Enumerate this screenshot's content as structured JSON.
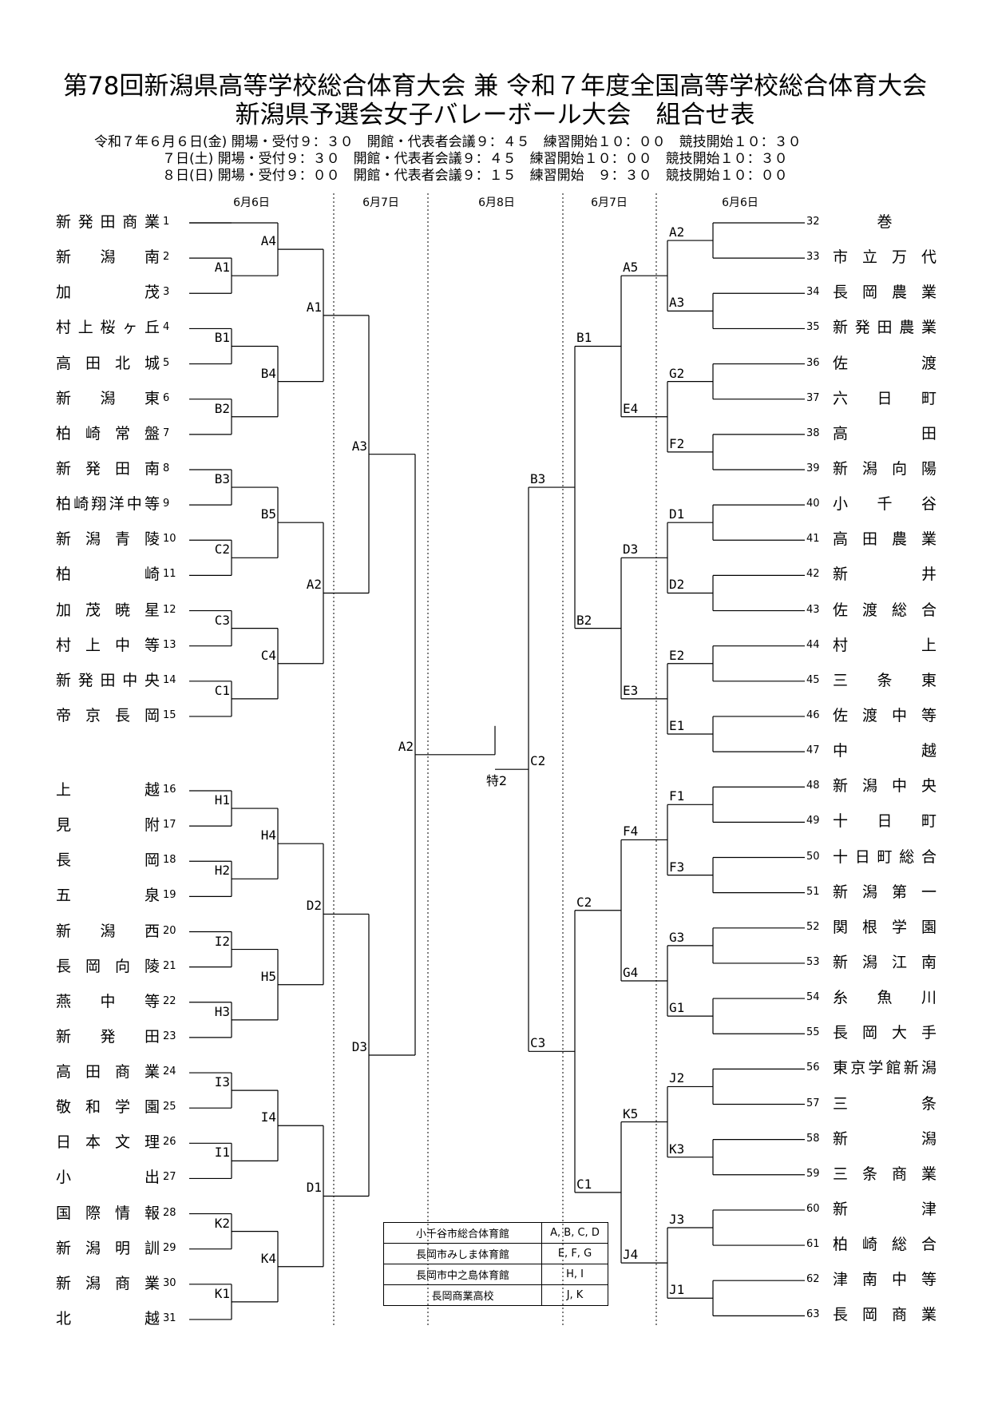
{
  "title": {
    "line1": "第78回新潟県高等学校総合体育大会 兼 令和７年度全国高等学校総合体育大会",
    "line2": "新潟県予選会女子バレーボール大会　組合せ表"
  },
  "schedule": [
    "令和７年６月６日(金) 開場・受付９：３０　開館・代表者会議９：４５　練習開始１０：００　競技開始１０：３０",
    "　　　　　７日(土) 開場・受付９：３０　開館・代表者会議９：４５　練習開始１０：００　競技開始１０：３０",
    "　　　　　８日(日) 開場・受付９：００　開館・代表者会議９：１５　練習開始　９：３０　競技開始１０：００"
  ],
  "day_headers": [
    "6月6日",
    "6月7日",
    "6月8日",
    "6月7日",
    "6月6日"
  ],
  "left_teams": [
    {
      "num": "1",
      "name": "新発田商業"
    },
    {
      "num": "2",
      "name": "新潟南"
    },
    {
      "num": "3",
      "name": "加茂"
    },
    {
      "num": "4",
      "name": "村上桜ヶ丘"
    },
    {
      "num": "5",
      "name": "高田北城"
    },
    {
      "num": "6",
      "name": "新潟東"
    },
    {
      "num": "7",
      "name": "柏崎常盤"
    },
    {
      "num": "8",
      "name": "新発田南"
    },
    {
      "num": "9",
      "name": "柏崎翔洋中等"
    },
    {
      "num": "10",
      "name": "新潟青陵"
    },
    {
      "num": "11",
      "name": "柏崎"
    },
    {
      "num": "12",
      "name": "加茂暁星"
    },
    {
      "num": "13",
      "name": "村上中等"
    },
    {
      "num": "14",
      "name": "新発田中央"
    },
    {
      "num": "15",
      "name": "帝京長岡"
    },
    {
      "num": "16",
      "name": "上越"
    },
    {
      "num": "17",
      "name": "見附"
    },
    {
      "num": "18",
      "name": "長岡"
    },
    {
      "num": "19",
      "name": "五泉"
    },
    {
      "num": "20",
      "name": "新潟西"
    },
    {
      "num": "21",
      "name": "長岡向陵"
    },
    {
      "num": "22",
      "name": "燕中等"
    },
    {
      "num": "23",
      "name": "新発田"
    },
    {
      "num": "24",
      "name": "高田商業"
    },
    {
      "num": "25",
      "name": "敬和学園"
    },
    {
      "num": "26",
      "name": "日本文理"
    },
    {
      "num": "27",
      "name": "小出"
    },
    {
      "num": "28",
      "name": "国際情報"
    },
    {
      "num": "29",
      "name": "新潟明訓"
    },
    {
      "num": "30",
      "name": "新潟商業"
    },
    {
      "num": "31",
      "name": "北越"
    }
  ],
  "right_teams": [
    {
      "num": "32",
      "name": "巻"
    },
    {
      "num": "33",
      "name": "市立万代"
    },
    {
      "num": "34",
      "name": "長岡農業"
    },
    {
      "num": "35",
      "name": "新発田農業"
    },
    {
      "num": "36",
      "name": "佐渡"
    },
    {
      "num": "37",
      "name": "六日町"
    },
    {
      "num": "38",
      "name": "高田"
    },
    {
      "num": "39",
      "name": "新潟向陽"
    },
    {
      "num": "40",
      "name": "小千谷"
    },
    {
      "num": "41",
      "name": "高田農業"
    },
    {
      "num": "42",
      "name": "新井"
    },
    {
      "num": "43",
      "name": "佐渡総合"
    },
    {
      "num": "44",
      "name": "村上"
    },
    {
      "num": "45",
      "name": "三条東"
    },
    {
      "num": "46",
      "name": "佐渡中等"
    },
    {
      "num": "47",
      "name": "中越"
    },
    {
      "num": "48",
      "name": "新潟中央"
    },
    {
      "num": "49",
      "name": "十日町"
    },
    {
      "num": "50",
      "name": "十日町総合"
    },
    {
      "num": "51",
      "name": "新潟第一"
    },
    {
      "num": "52",
      "name": "関根学園"
    },
    {
      "num": "53",
      "name": "新潟江南"
    },
    {
      "num": "54",
      "name": "糸魚川"
    },
    {
      "num": "55",
      "name": "長岡大手"
    },
    {
      "num": "56",
      "name": "東京学館新潟"
    },
    {
      "num": "57",
      "name": "三条"
    },
    {
      "num": "58",
      "name": "新潟"
    },
    {
      "num": "59",
      "name": "三条商業"
    },
    {
      "num": "60",
      "name": "新津"
    },
    {
      "num": "61",
      "name": "柏崎総合"
    },
    {
      "num": "62",
      "name": "津南中等"
    },
    {
      "num": "63",
      "name": "長岡商業"
    }
  ],
  "match_labels": {
    "left": {
      "r1": [
        "A1",
        "B1",
        "B2",
        "B3",
        "C2",
        "C3",
        "C1",
        "H1",
        "H2",
        "I2",
        "H3",
        "I3",
        "I1",
        "K2",
        "K1"
      ],
      "r2": [
        "A4",
        "B4",
        "B5",
        "C4",
        "H4",
        "H5",
        "I4",
        "K4"
      ],
      "r3": [
        "A1",
        "A2",
        "D2",
        "D1"
      ],
      "r4": [
        "A3",
        "D3"
      ],
      "semi": "A2"
    },
    "right": {
      "r1": [
        "A2",
        "A3",
        "G2",
        "F2",
        "D1",
        "D2",
        "E2",
        "E1",
        "F1",
        "F3",
        "G3",
        "G1",
        "J2",
        "K3",
        "J3",
        "J1"
      ],
      "r2": [
        "A5",
        "E4",
        "D3",
        "E3",
        "F4",
        "G4",
        "K5",
        "J4"
      ],
      "r3": [
        "B1",
        "B2",
        "C2",
        "C1"
      ],
      "r4": [
        "B3",
        "C3"
      ],
      "semi": "C2"
    },
    "final": "特2"
  },
  "venues": [
    {
      "name": "小千谷市総合体育館",
      "courts": "A, B, C, D"
    },
    {
      "name": "長岡市みしま体育館",
      "courts": "E, F, G"
    },
    {
      "name": "長岡市中之島体育館",
      "courts": "H, I"
    },
    {
      "name": "長岡商業高校",
      "courts": "J, K"
    }
  ]
}
